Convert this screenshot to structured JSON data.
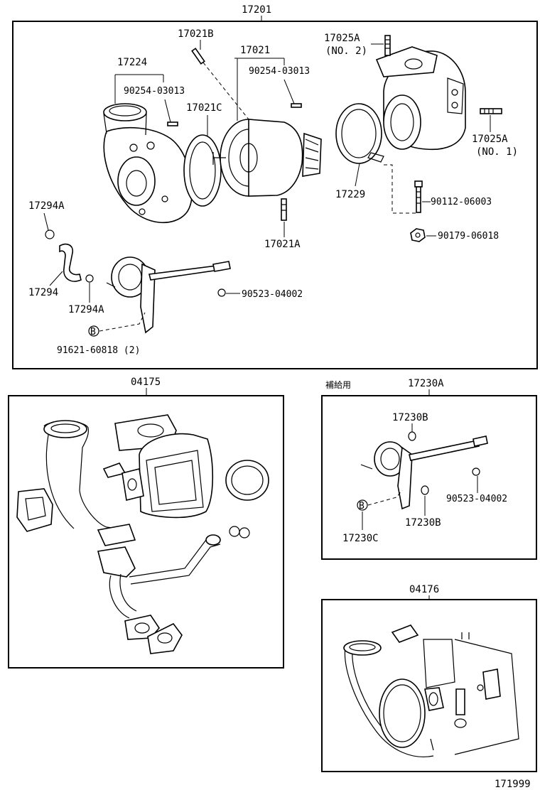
{
  "assemblies": {
    "main": "17201",
    "s04175": "04175",
    "a17230A": "17230A",
    "s04176": "04176"
  },
  "supply_note": "補給用",
  "labels": {
    "p17021B": "17021B",
    "p17021": "17021",
    "p17224": "17224",
    "p90254_03013_a": "90254-03013",
    "p90254_03013_b": "90254-03013",
    "p17021C": "17021C",
    "p17025A_top": "17025A",
    "no2": "(NO. 2)",
    "p17025A_right": "17025A",
    "no1": "(NO. 1)",
    "p17229": "17229",
    "p90112_06003": "90112-06003",
    "p90179_06018": "90179-06018",
    "p17294A_top": "17294A",
    "p17294": "17294",
    "p17294A_bottom": "17294A",
    "p17021A": "17021A",
    "p90523_04002_main": "90523-04002",
    "p91621_60818": "91621-60818 (2)",
    "p17230B_top": "17230B",
    "p90523_04002_sub": "90523-04002",
    "p17230C": "17230C",
    "p17230B_bottom": "17230B"
  },
  "marker": "B",
  "catalog_code": "171999"
}
